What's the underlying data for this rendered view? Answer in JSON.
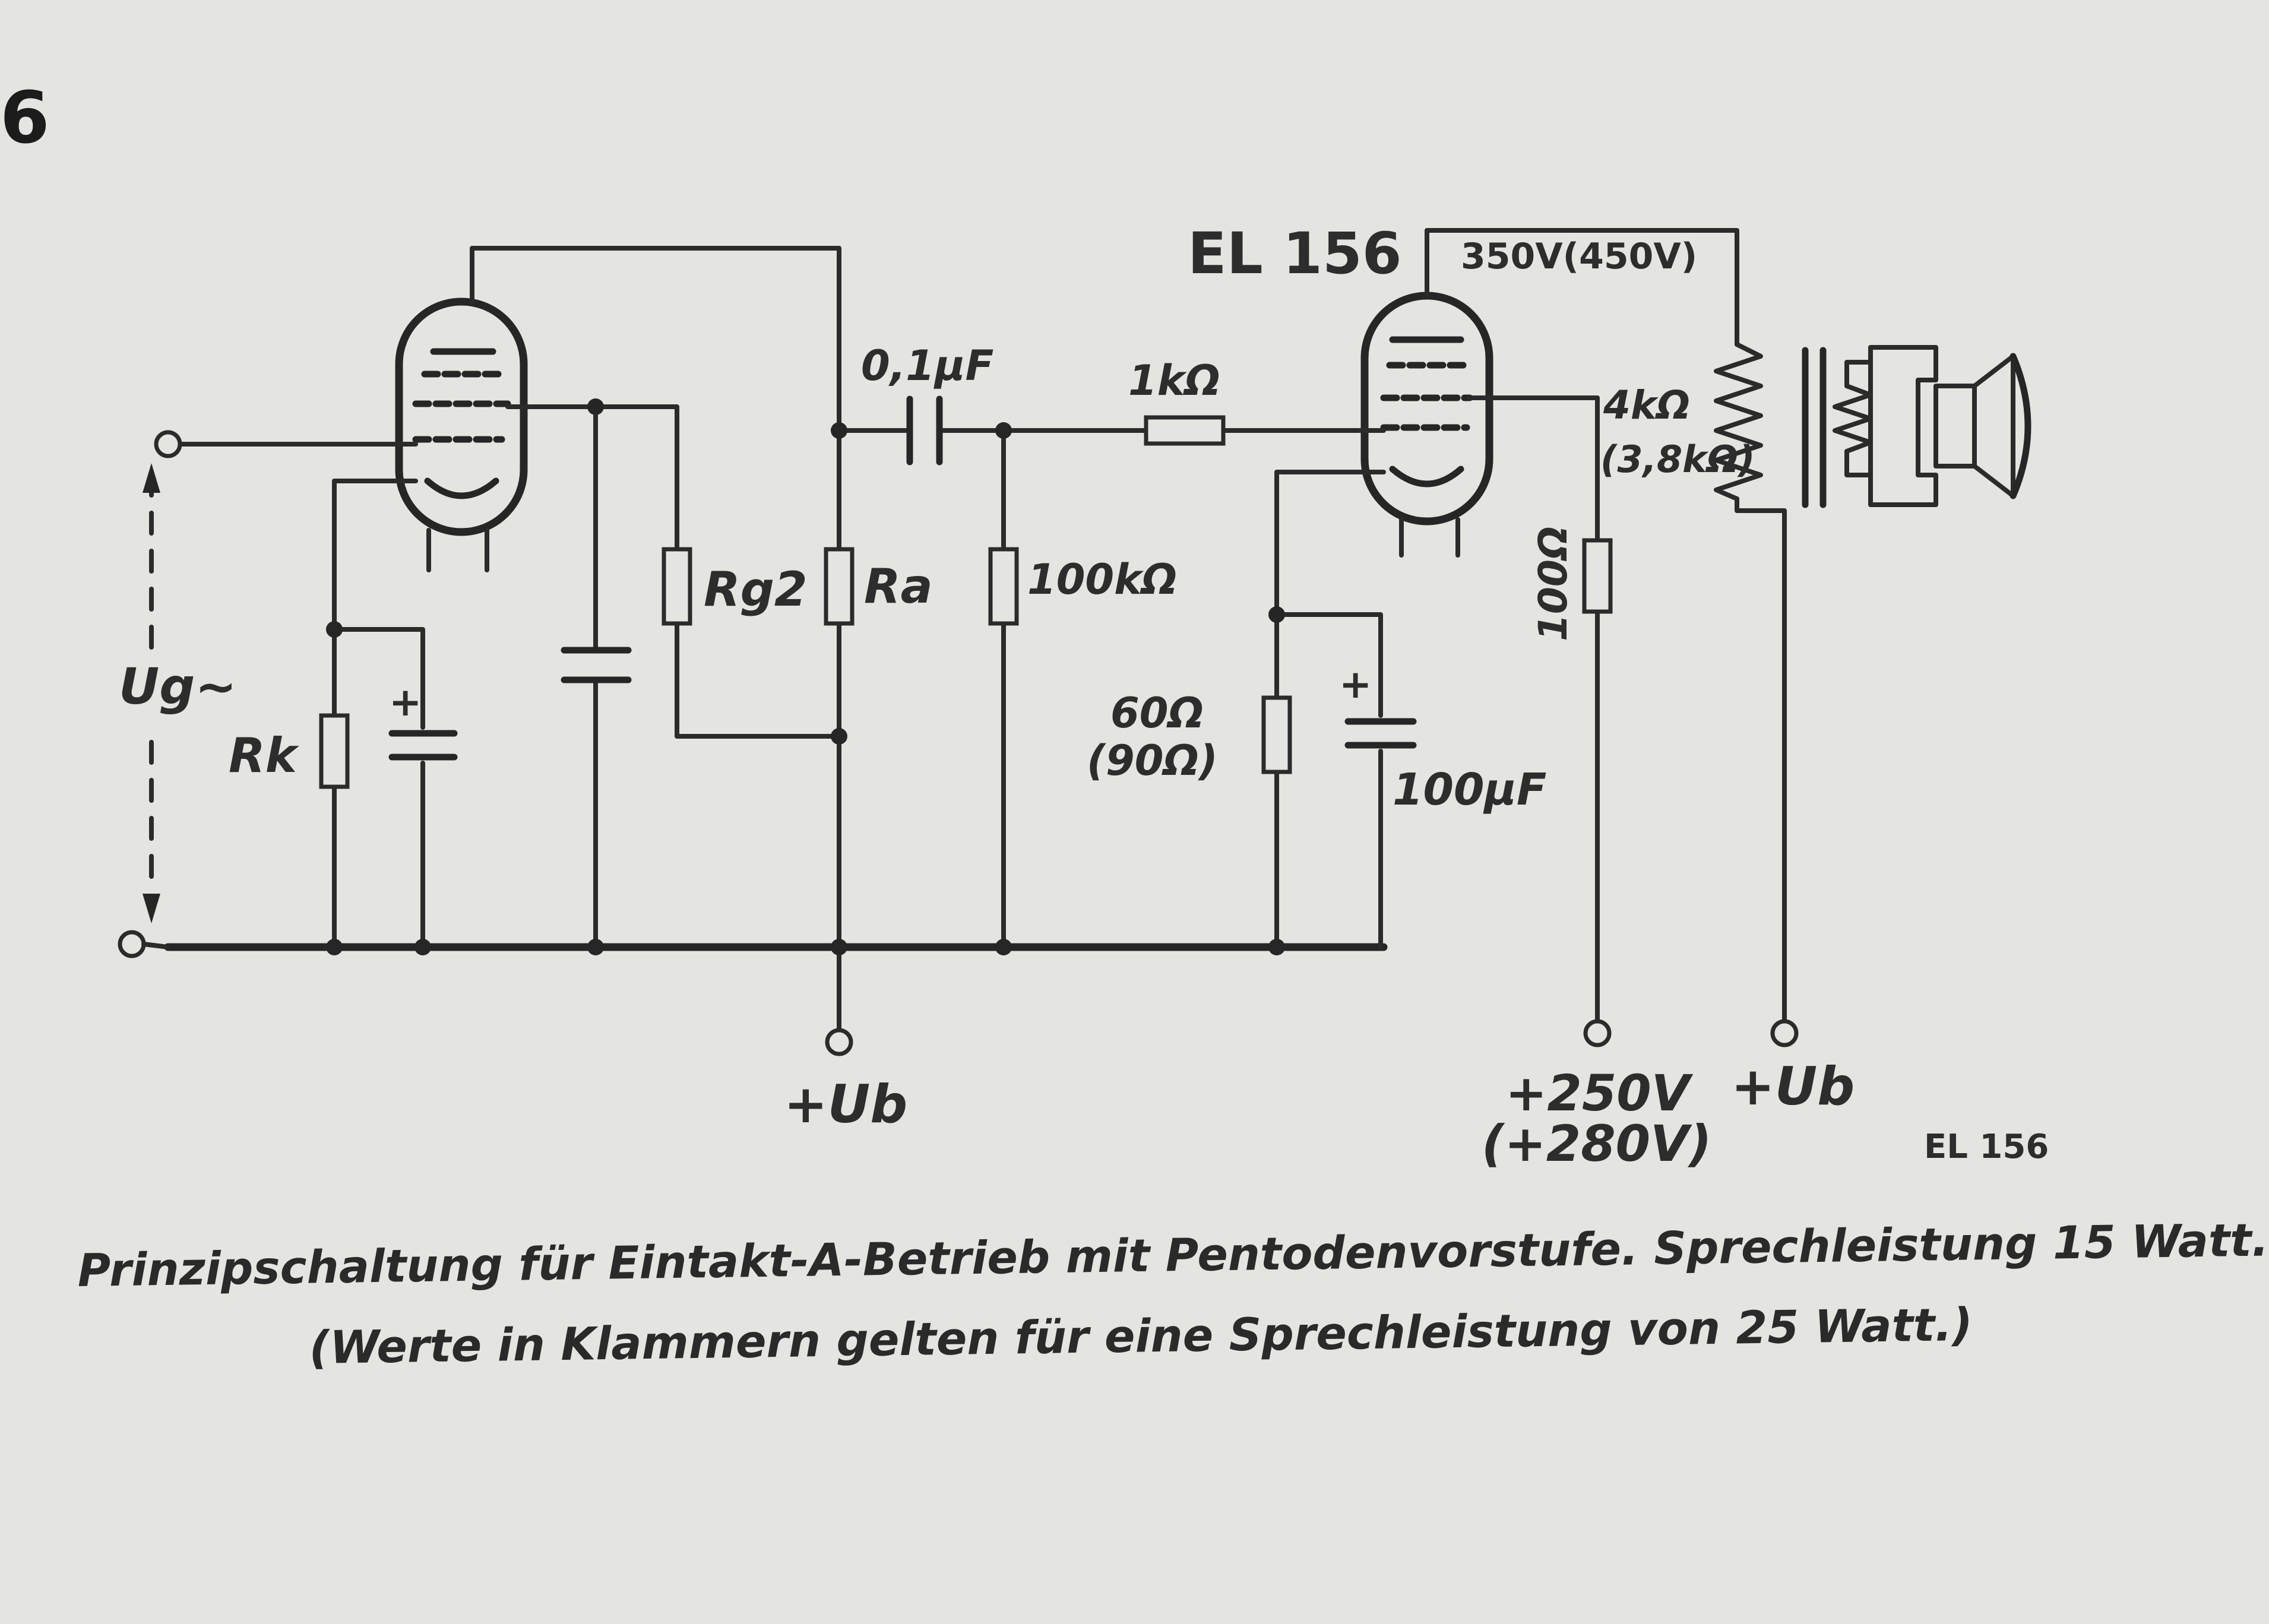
{
  "page": {
    "page_number": "6",
    "caption_line1": "Prinzipschaltung für Eintakt-A-Betrieb mit Pentodenvorstufe. Sprechleistung 15 Watt.",
    "caption_line2": "(Werte in Klammern gelten für eine Sprechleistung von 25 Watt.)",
    "corner_tag": "EL 156"
  },
  "schematic": {
    "tube_label": "EL 156",
    "anode_voltage": "350V(450V)",
    "coupling_cap": "0,1µF",
    "grid_resistor": "1kΩ",
    "grid_leak": "100kΩ",
    "screen_resistor": "Rg2",
    "anode_resistor": "Ra",
    "cathode_resistor_pre": "Rk",
    "input_signal": "Ug~",
    "supply_pre": "+Ub",
    "cathode_resistor_out": "60Ω",
    "cathode_resistor_out_alt": "(90Ω)",
    "cathode_cap": "100µF",
    "screen_grid_resistor": "100Ω",
    "transformer_impedance": "4kΩ",
    "transformer_impedance_alt": "(3,8kΩ)",
    "screen_supply": "+250V",
    "screen_supply_alt": "(+280V)",
    "supply_out": "+Ub",
    "plus_sign": "+"
  }
}
